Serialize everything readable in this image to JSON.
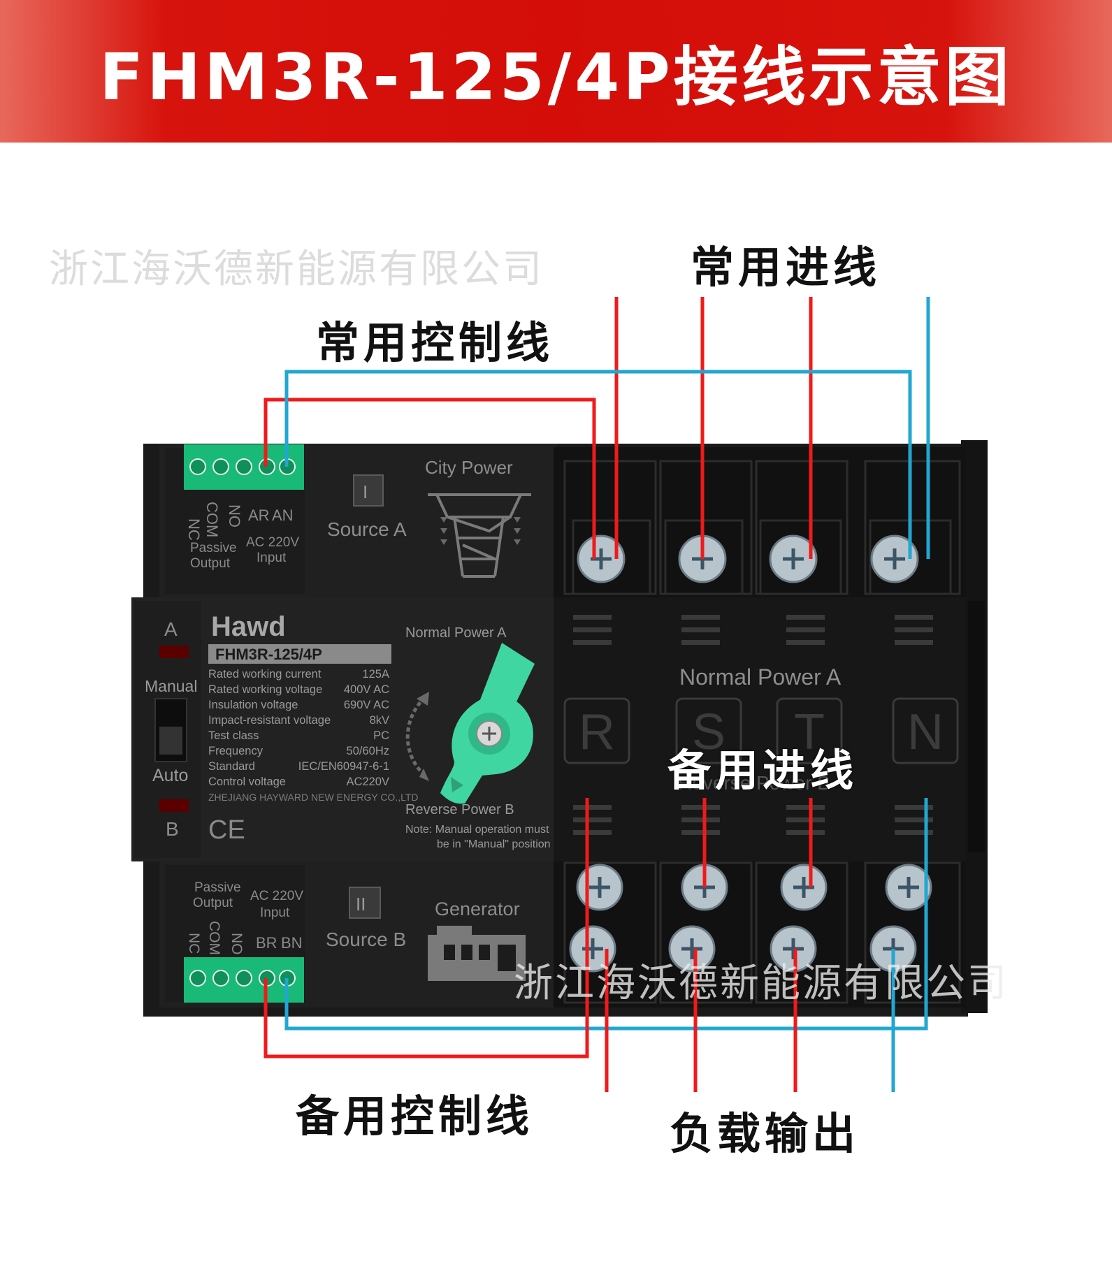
{
  "banner": {
    "title": "FHM3R-125/4P接线示意图"
  },
  "watermarks": [
    "浙江海沃德新能源有限公司",
    "浙江海沃德新能源有限公司"
  ],
  "callouts": {
    "normal_incoming": "常用进线",
    "normal_control": "常用控制线",
    "backup_incoming": "备用进线",
    "backup_control": "备用控制线",
    "load_output": "负载输出"
  },
  "device": {
    "top_terminal_labels": [
      "NC",
      "COM",
      "NO",
      "AR",
      "AN"
    ],
    "top_passive": [
      "Passive",
      "Output"
    ],
    "top_ac": [
      "AC 220V",
      "Input"
    ],
    "top_roman": "I",
    "source_a": "Source A",
    "city_power": "City Power",
    "bottom_passive": [
      "Passive",
      "Output"
    ],
    "bottom_ac": [
      "AC 220V",
      "Input"
    ],
    "bottom_terminal_labels": [
      "NC",
      "COM",
      "NO",
      "BR",
      "BN"
    ],
    "bottom_roman": "II",
    "source_b": "Source B",
    "generator": "Generator",
    "indicator_a": "A",
    "indicator_b": "B",
    "manual": "Manual",
    "auto": "Auto",
    "brand": "Hawd",
    "model": "FHM3R-125/4P",
    "specs": [
      [
        "Rated working current",
        "125A"
      ],
      [
        "Rated working voltage",
        "400V AC"
      ],
      [
        "Insulation voltage",
        "690V AC"
      ],
      [
        "Impact-resistant voltage",
        "8kV"
      ],
      [
        "Test class",
        "PC"
      ],
      [
        "Frequency",
        "50/60Hz"
      ],
      [
        "Standard",
        "IEC/EN60947-6-1"
      ],
      [
        "Control voltage",
        "AC220V"
      ]
    ],
    "manufacturer": "ZHEJIANG HAYWARD NEW ENERGY CO.,LTD",
    "ce": "CE",
    "normal_power_a_small": "Normal Power A",
    "reverse_power_b_small": "Reverse Power B",
    "note": [
      "Note: Manual operation must",
      "be in \"Manual\" position"
    ],
    "normal_power_a": "Normal Power A",
    "reverse_power_b": "Reverse Power B",
    "phases": [
      "R",
      "S",
      "T",
      "N"
    ]
  },
  "colors": {
    "banner_red": "#d40d08",
    "wire_red": "#f01a1a",
    "wire_blue": "#22a6d2",
    "terminal_green": "#1fb97c",
    "handle_green": "#3fd6a1"
  }
}
